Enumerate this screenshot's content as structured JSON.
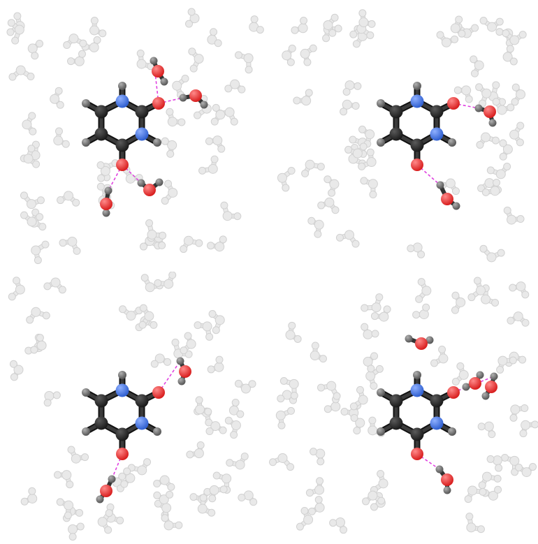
{
  "colors": {
    "background": "#ffffff",
    "carbon": "#1a1a1a",
    "carbon_highlight": "#5a5a5a",
    "nitrogen": "#2f5fd0",
    "nitrogen_highlight": "#8fb0ff",
    "oxygen": "#d81e1e",
    "oxygen_highlight": "#ff8a8a",
    "hydrogen": "#555555",
    "hydrogen_highlight": "#b0b0b0",
    "hbond": "#e040e0",
    "ghost_water": "#e6e6e6",
    "ghost_water_edge": "#c9c9c9"
  },
  "panels": [
    {
      "id": "top-left",
      "molecule": "uracil",
      "hbonded_waters": 4
    },
    {
      "id": "top-right",
      "molecule": "uracil",
      "hbonded_waters": 2
    },
    {
      "id": "bottom-left",
      "molecule": "uracil",
      "hbonded_waters": 2
    },
    {
      "id": "bottom-right",
      "molecule": "uracil",
      "hbonded_waters": 3,
      "free_waters": 1
    }
  ]
}
